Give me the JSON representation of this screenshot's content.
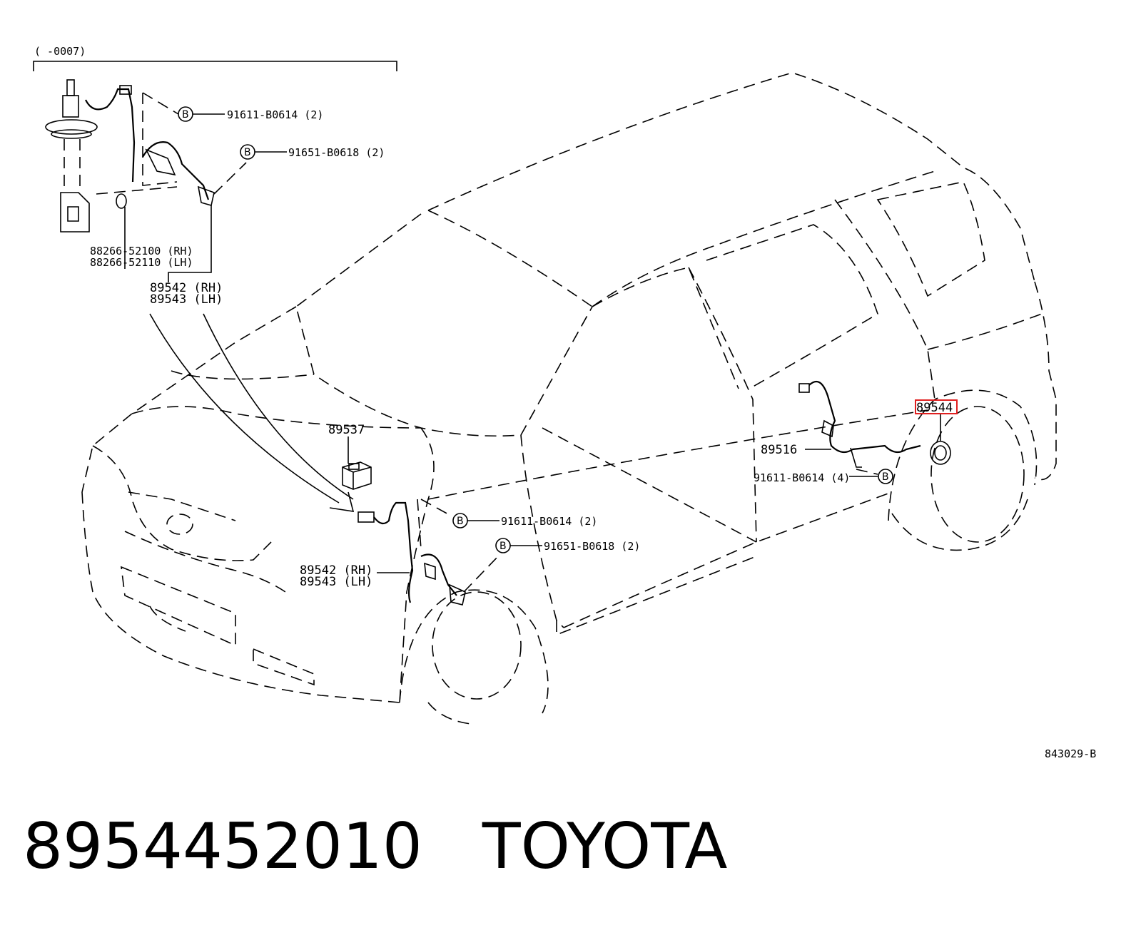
{
  "diagram": {
    "inset_range": "(   -0007)",
    "labels": {
      "bolt_91611_top": "91611-B0614 (2)",
      "bolt_91651_top": "91651-B0618 (2)",
      "clamp_rh": "88266-52100 (RH)",
      "clamp_lh": "88266-52110 (LH)",
      "sensor_rh_top": "89542 (RH)",
      "sensor_lh_top": "89543 (LH)",
      "computer": "89537",
      "bolt_91611_mid": "91611-B0614 (2)",
      "bolt_91651_mid": "91651-B0618 (2)",
      "sensor_rh_mid": "89542 (RH)",
      "sensor_lh_mid": "89543 (LH)",
      "rear_sensor": "89516",
      "bolt_91611_rear": "91611-B0614 (4)",
      "highlighted_part": "89544",
      "figure_code": "843029-B"
    },
    "bolt_marker": "B",
    "highlight_color": "#e02020"
  },
  "footer": {
    "part_number": "8954452010",
    "brand": "TOYOTA"
  }
}
